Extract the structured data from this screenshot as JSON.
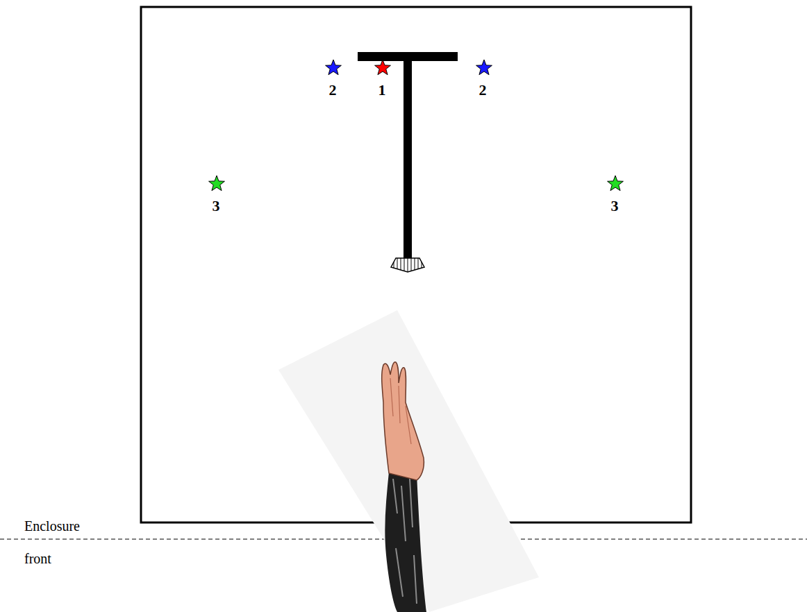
{
  "diagram": {
    "labels": [
      "2",
      "1",
      "2",
      "3",
      "3",
      "Enclosure",
      "front"
    ]
  }
}
